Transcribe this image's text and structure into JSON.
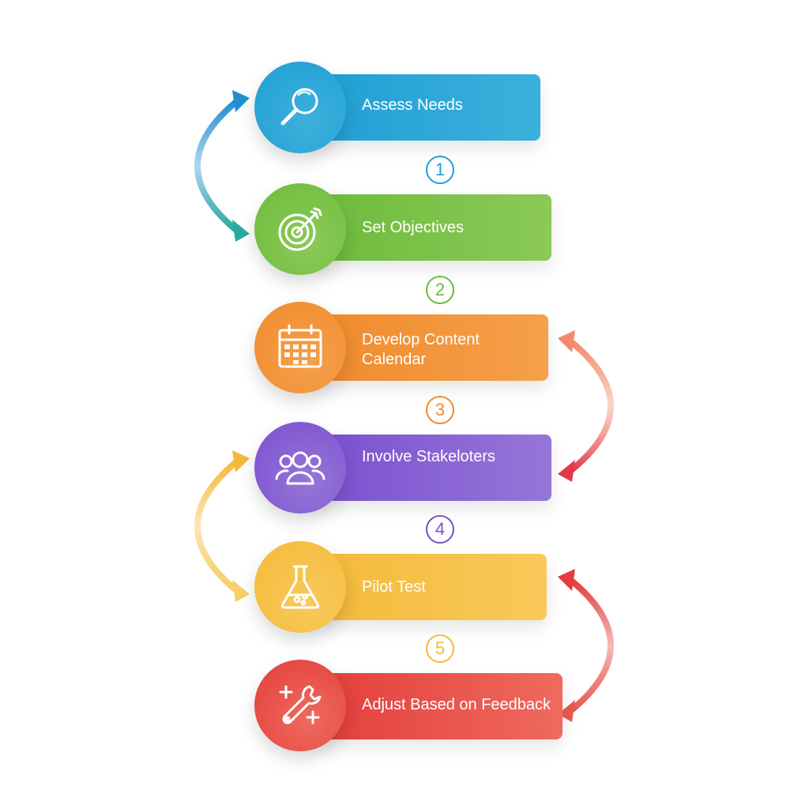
{
  "steps": [
    {
      "label": "Assess Needs",
      "icon": "magnifier-icon",
      "color": "#1f9fd4",
      "color_end": "#3cb0dc"
    },
    {
      "label": "Set Objectives",
      "icon": "target-icon",
      "color": "#6cbb3c",
      "color_end": "#8cc957"
    },
    {
      "label": "Develop Content Calendar",
      "icon": "calendar-icon",
      "color": "#f08a2c",
      "color_end": "#f5a04a"
    },
    {
      "label": "Involve Stakeloters",
      "icon": "people-icon",
      "color": "#7a4fcf",
      "color_end": "#9676d8"
    },
    {
      "label": "Pilot Test",
      "icon": "flask-icon",
      "color": "#f4b93a",
      "color_end": "#f8c95a"
    },
    {
      "label": "Adjust Based on Feedback",
      "icon": "wrench-icon",
      "color": "#e33d3b",
      "color_end": "#ef6a5e"
    }
  ],
  "numbers": [
    {
      "text": "1",
      "color": "#1f9fd4"
    },
    {
      "text": "2",
      "color": "#6cbb3c"
    },
    {
      "text": "3",
      "color": "#f08a2c"
    },
    {
      "text": "4",
      "color": "#7a4fcf"
    },
    {
      "text": "5",
      "color": "#f4b93a"
    }
  ],
  "arrows": [
    {
      "name": "cycle-arrow-assess-objectives",
      "from": "Assess Needs",
      "to": "Set Objectives",
      "color": "#1f8fd0",
      "color_end": "#2aaa9a"
    },
    {
      "name": "cycle-arrow-calendar-stakeholders",
      "from": "Develop Content Calendar",
      "to": "Involve Stakeloters",
      "color": "#f28b6a",
      "color_end": "#e2394a"
    },
    {
      "name": "cycle-arrow-stakeholders-pilot",
      "from": "Involve Stakeloters",
      "to": "Pilot Test",
      "color": "#f4b93a",
      "color_end": "#f8d06a"
    },
    {
      "name": "cycle-arrow-pilot-adjust",
      "from": "Pilot Test",
      "to": "Adjust Based on Feedback",
      "color": "#e33d3b",
      "color_end": "#e85a4f"
    }
  ]
}
